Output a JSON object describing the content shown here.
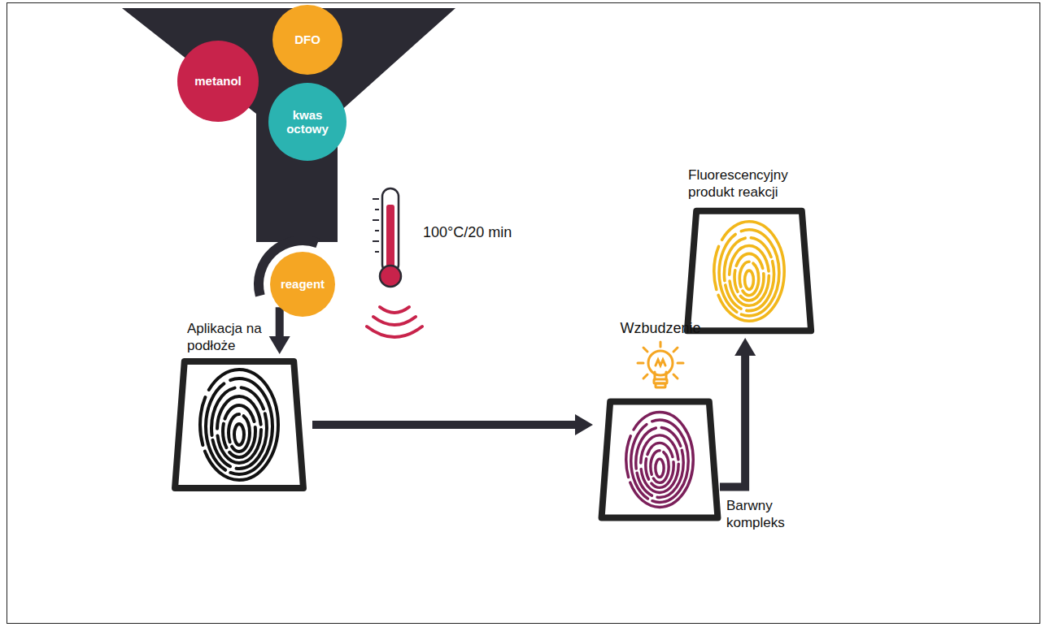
{
  "diagram": {
    "nodes": [
      {
        "text": [
          "metanol"
        ]
      },
      {
        "text": [
          "DFO"
        ]
      },
      {
        "text": [
          "kwas octowy"
        ]
      },
      {
        "text": [
          "reagent"
        ]
      },
      {
        "text": [
          "Aplikacja na podłoże"
        ]
      },
      {
        "text": [
          "Barwny kompleks"
        ]
      },
      {
        "text": [
          "Fluorescencyjny produkt reakcji"
        ]
      }
    ],
    "edges": [
      {
        "from": 3,
        "to": 4,
        "arrow": "to"
      },
      {
        "from": 4,
        "to": 5,
        "arrow": "to"
      },
      {
        "from": 5,
        "to": 6,
        "arrow": "to"
      }
    ],
    "labels": [
      "100°C/20 min",
      "Wzbudzenie"
    ]
  }
}
